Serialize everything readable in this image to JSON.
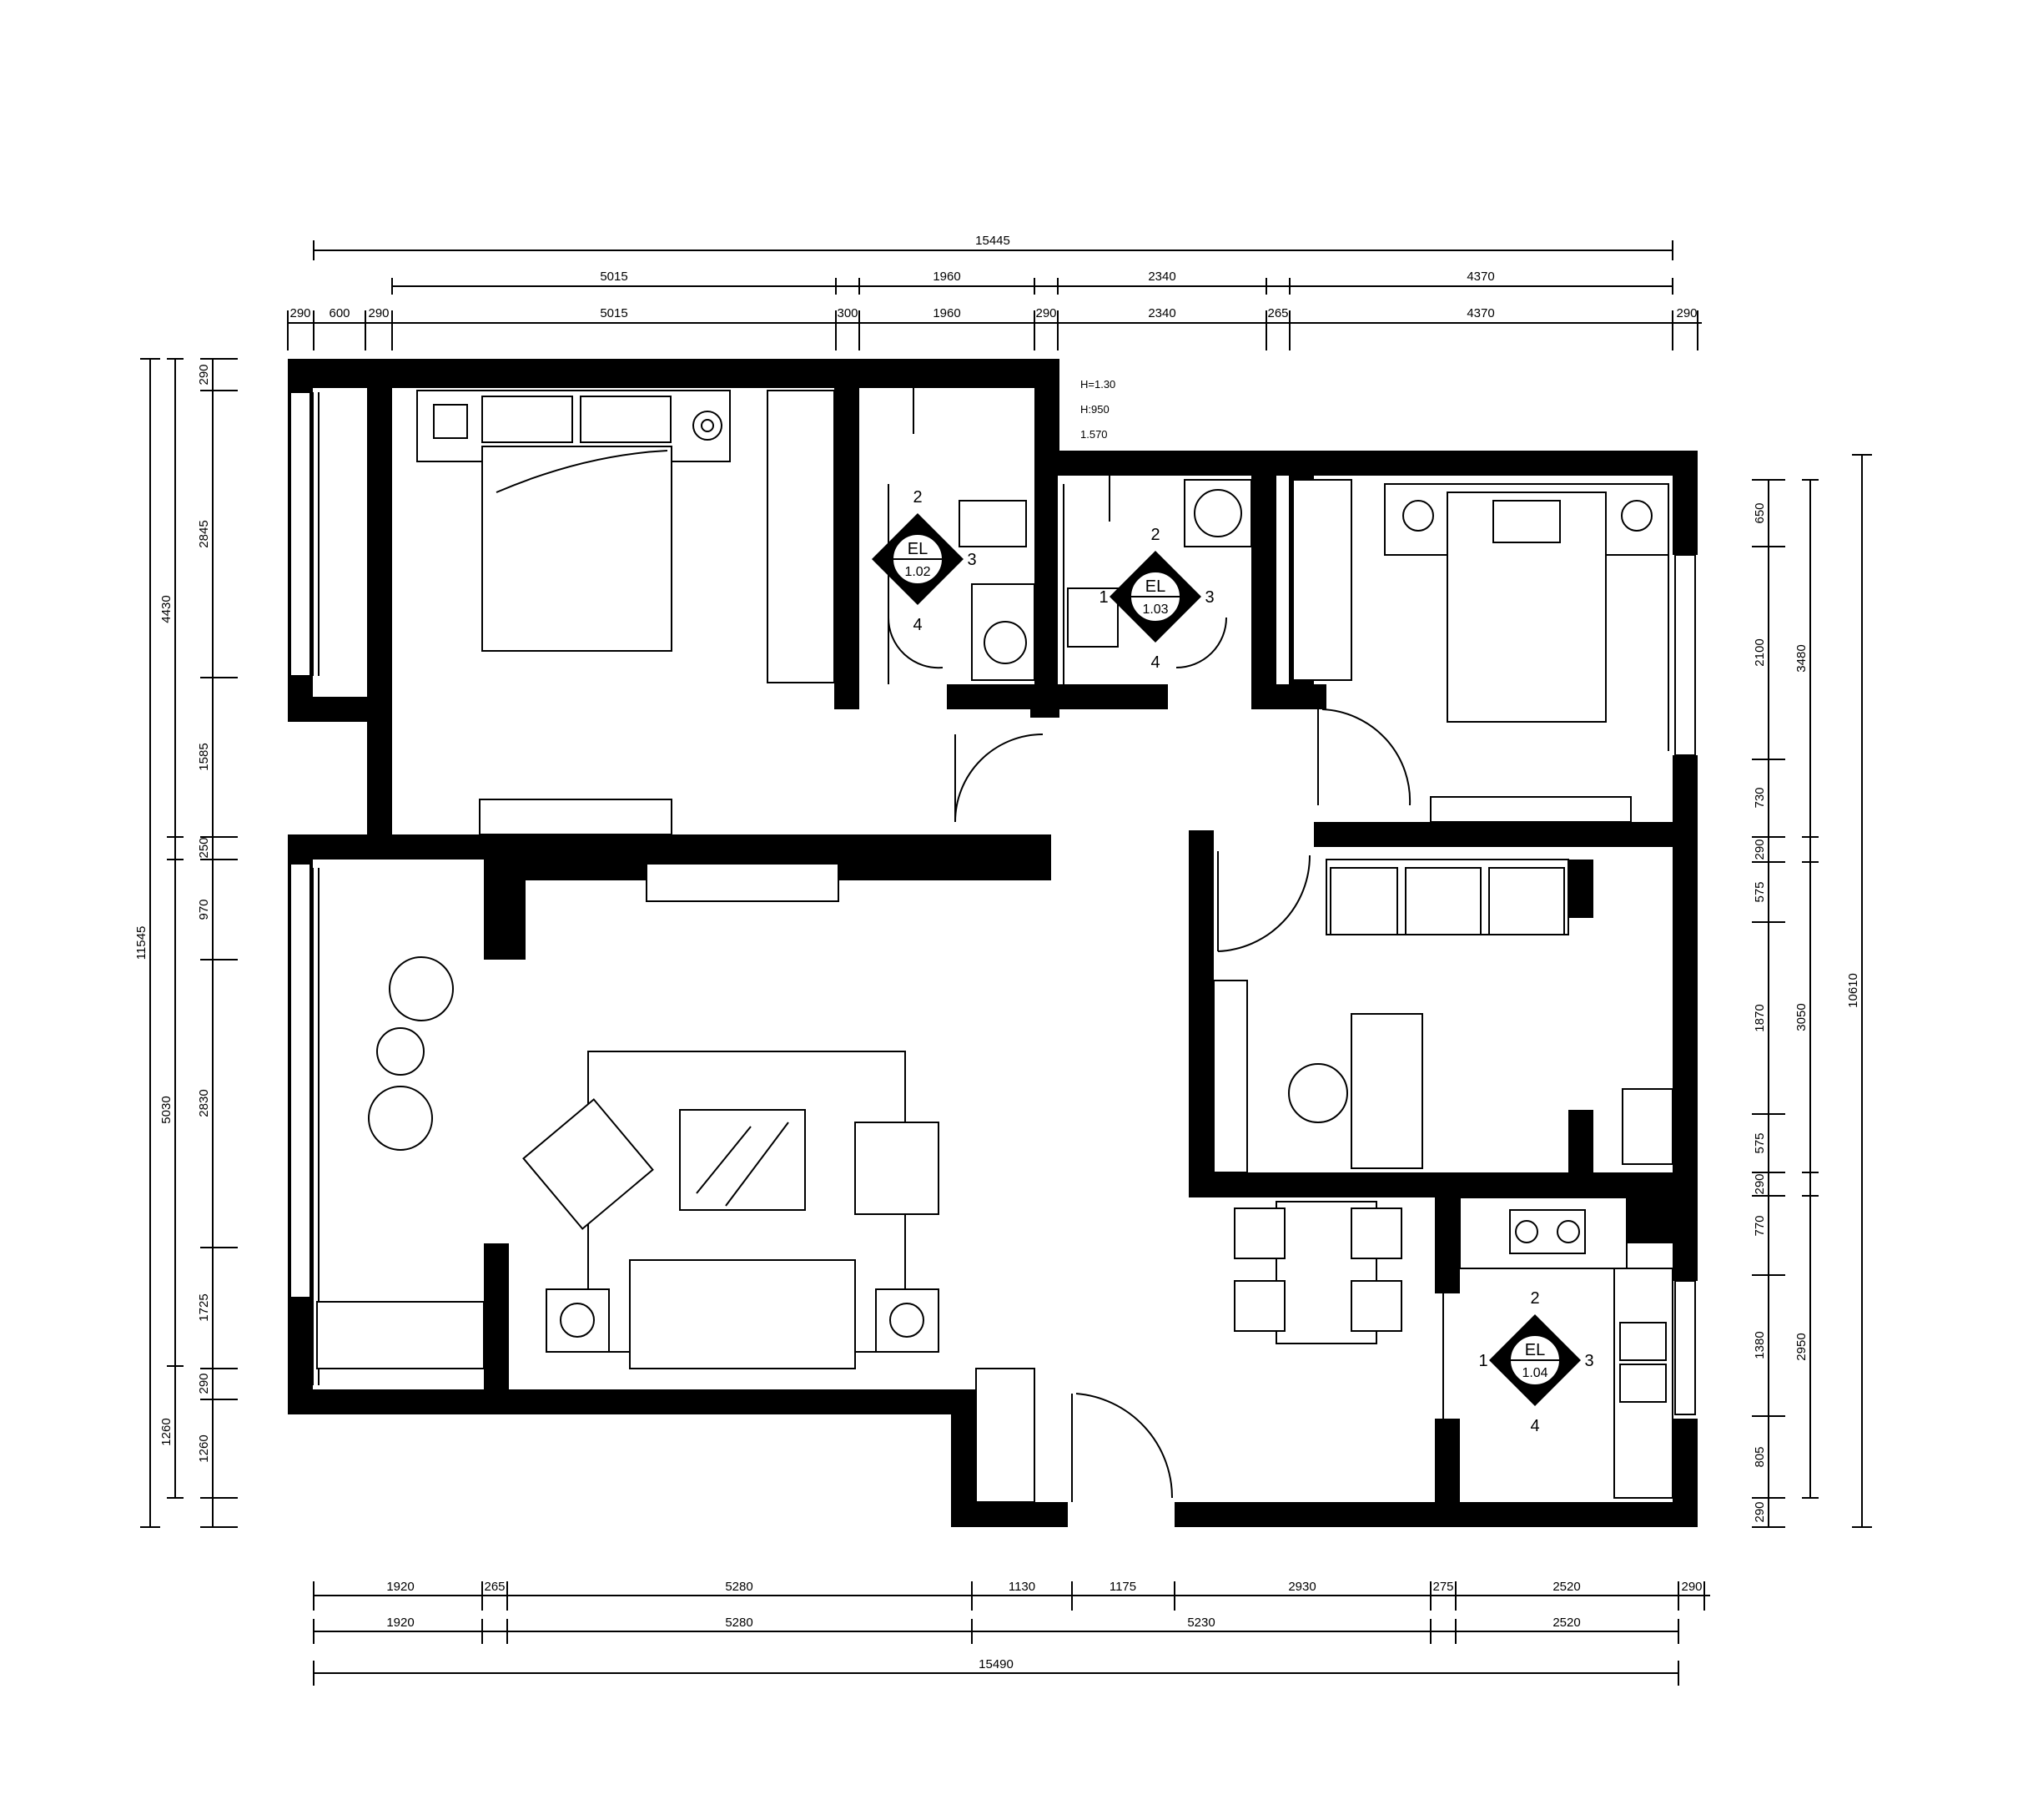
{
  "dimensions": {
    "top": {
      "total": "15445",
      "row2": [
        "5015",
        "1960",
        "2340",
        "4370"
      ],
      "row1": [
        "290",
        "600",
        "290",
        "5015",
        "300",
        "1960",
        "290",
        "2340",
        "265",
        "4370",
        "290"
      ]
    },
    "bottom": {
      "total": "15490",
      "row1": [
        "1920",
        "265",
        "5280",
        "1130",
        "1175",
        "2930",
        "275",
        "2520",
        "290"
      ],
      "row2": [
        "1920",
        "5280",
        "5230",
        "2520"
      ]
    },
    "left": {
      "total": "11545",
      "mid": [
        "4430",
        "5030",
        "1260"
      ],
      "inner": [
        "290",
        "2845",
        "1585",
        "250",
        "970",
        "2830",
        "1725",
        "290",
        "1260"
      ]
    },
    "right": {
      "total": "10610",
      "mid": [
        "3480",
        "3050",
        "2950"
      ],
      "inner": [
        "650",
        "2100",
        "730",
        "290",
        "575",
        "1870",
        "575",
        "290",
        "770",
        "1380",
        "805",
        "290"
      ]
    }
  },
  "notes": [
    "H=1.30",
    "H:950",
    "1.570"
  ],
  "elevations": [
    {
      "code": "EL",
      "sheet": "1.02",
      "n1": "",
      "n2": "2",
      "n3": "3",
      "n4": "4"
    },
    {
      "code": "EL",
      "sheet": "1.03",
      "n1": "1",
      "n2": "2",
      "n3": "3",
      "n4": "4"
    },
    {
      "code": "EL",
      "sheet": "1.04",
      "n1": "1",
      "n2": "2",
      "n3": "3",
      "n4": "4"
    }
  ]
}
